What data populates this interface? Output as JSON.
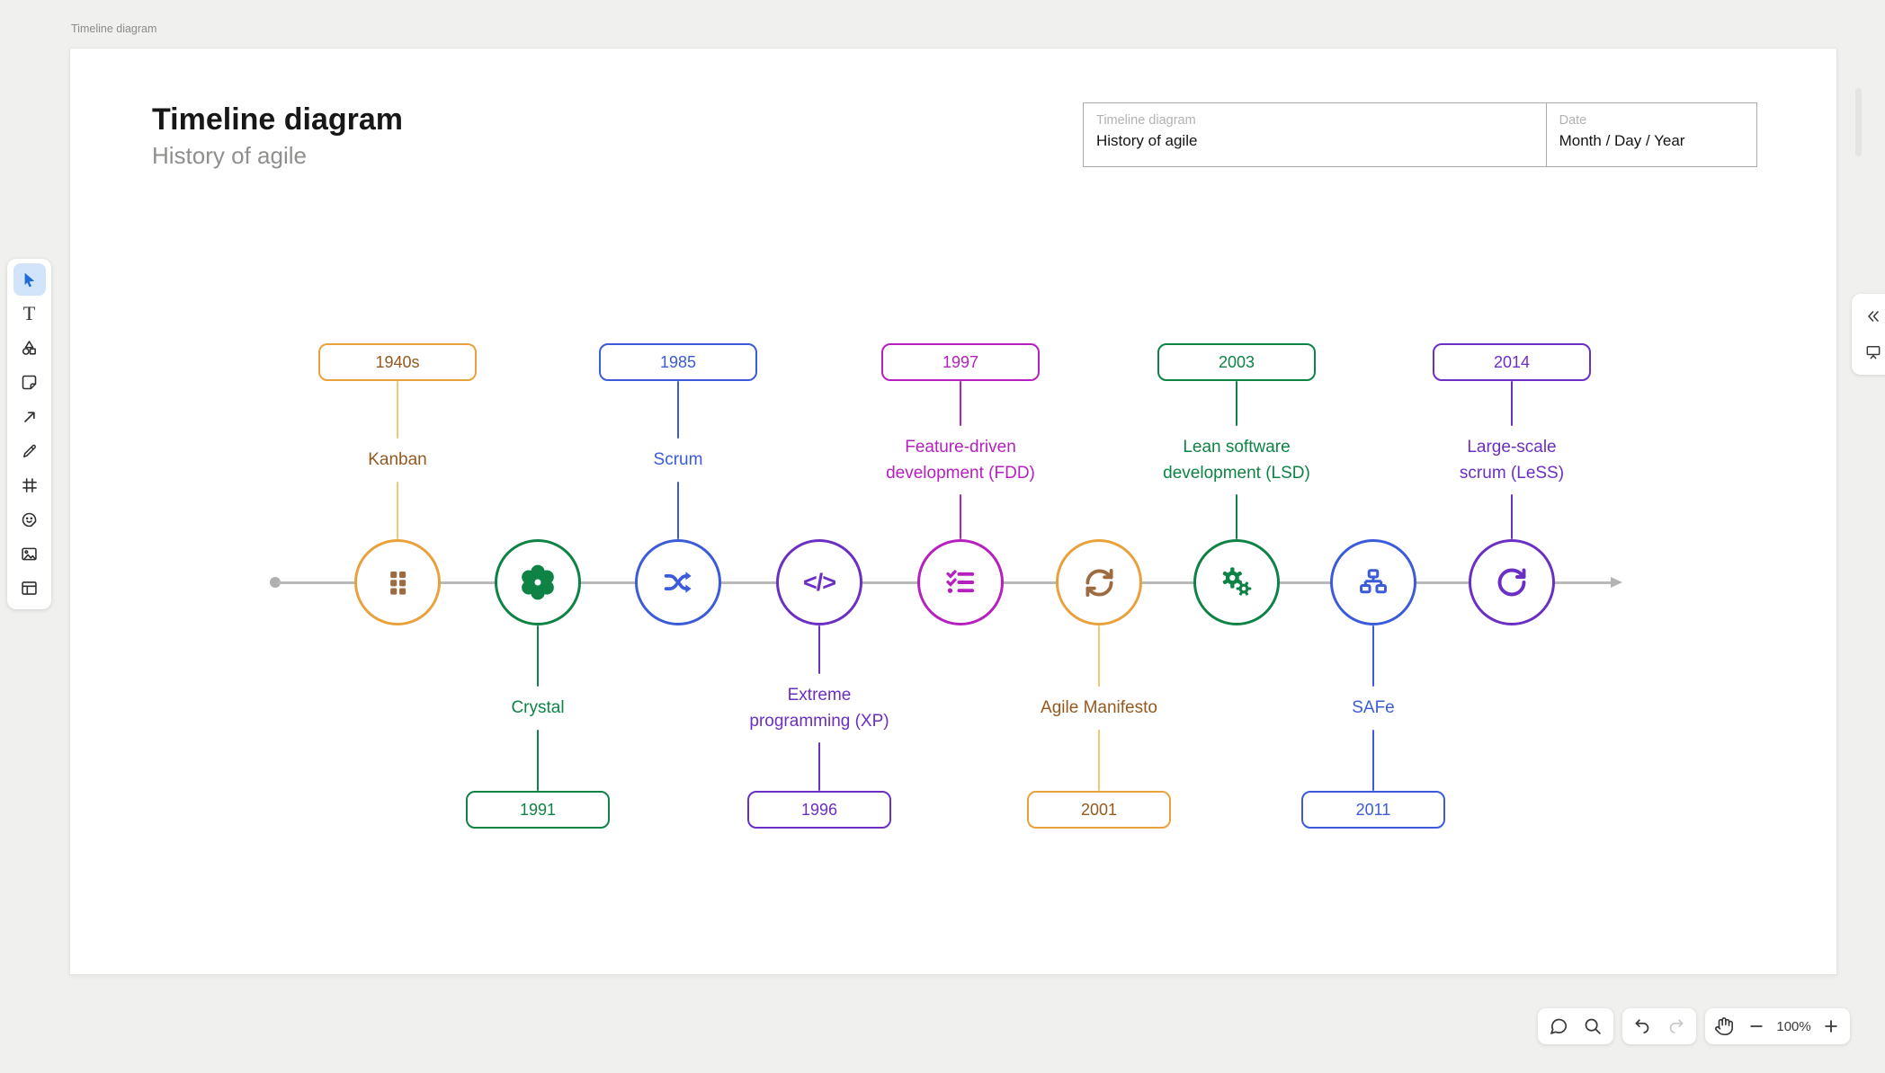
{
  "app": {
    "frame_label": "Timeline diagram"
  },
  "document": {
    "title": "Timeline diagram",
    "subtitle": "History of agile"
  },
  "meta_table": {
    "name_label": "Timeline diagram",
    "name_value": "History of agile",
    "date_label": "Date",
    "date_value": "Month / Day / Year"
  },
  "toolbar": {
    "tools": [
      {
        "name": "select",
        "active": true
      },
      {
        "name": "text",
        "active": false
      },
      {
        "name": "shape",
        "active": false
      },
      {
        "name": "sticky-note",
        "active": false
      },
      {
        "name": "arrow",
        "active": false
      },
      {
        "name": "pencil",
        "active": false
      },
      {
        "name": "frame",
        "active": false
      },
      {
        "name": "sticker",
        "active": false
      },
      {
        "name": "image",
        "active": false
      },
      {
        "name": "table",
        "active": false
      }
    ]
  },
  "timeline": {
    "nodes": [
      {
        "year": "1940s",
        "label": "Kanban",
        "icon": "kanban-board-icon",
        "side": "top",
        "accent": "#E9A23B",
        "line": "#F4C76F",
        "text": "#93591F",
        "icon_color": "#9C6B3F"
      },
      {
        "year": "1991",
        "label": "Crystal",
        "icon": "crystal-icon",
        "side": "bottom",
        "accent": "#0E8345",
        "line": "#0E8345",
        "text": "#0E8345",
        "icon_color": "#0E8345"
      },
      {
        "year": "1985",
        "label": "Scrum",
        "icon": "shuffle-icon",
        "side": "top",
        "accent": "#3B5BD9",
        "line": "#3B5BD9",
        "text": "#3B5BD9",
        "icon_color": "#3B5BD9"
      },
      {
        "year": "1996",
        "label": "Extreme\nprogramming (XP)",
        "icon": "code-icon",
        "side": "bottom",
        "accent": "#6B2FC3",
        "line": "#6B2FC3",
        "text": "#6B2FC3",
        "icon_color": "#6B2FC3"
      },
      {
        "year": "1997",
        "label": "Feature-driven\ndevelopment (FDD)",
        "icon": "checklist-icon",
        "side": "top",
        "accent": "#B520BE",
        "line": "#B520BE",
        "text": "#B520BE",
        "icon_color": "#B520BE"
      },
      {
        "year": "2001",
        "label": "Agile Manifesto",
        "icon": "sync-icon",
        "side": "bottom",
        "accent": "#E9A23B",
        "line": "#F4C76F",
        "text": "#93591F",
        "icon_color": "#9C6B3F"
      },
      {
        "year": "2003",
        "label": "Lean software\ndevelopment (LSD)",
        "icon": "gears-icon",
        "side": "top",
        "accent": "#0E8345",
        "line": "#0E8345",
        "text": "#0E8345",
        "icon_color": "#0E8345"
      },
      {
        "year": "2011",
        "label": "SAFe",
        "icon": "hierarchy-icon",
        "side": "bottom",
        "accent": "#3B5BD9",
        "line": "#3B5BD9",
        "text": "#3B5BD9",
        "icon_color": "#3B5BD9"
      },
      {
        "year": "2014",
        "label": "Large-scale\nscrum (LeSS)",
        "icon": "rotate-cw-icon",
        "side": "top",
        "accent": "#6B2FC3",
        "line": "#6B2FC3",
        "text": "#6B2FC3",
        "icon_color": "#6B2FC3"
      }
    ]
  },
  "controls": {
    "zoom_value": "100%"
  },
  "colors": {
    "background": "#F0F0EE",
    "canvas": "#FFFFFF",
    "timeline_line": "#B9B9B9",
    "active_tool_bg": "#D2E4F9",
    "active_tool_icon": "#1F6BD8"
  }
}
